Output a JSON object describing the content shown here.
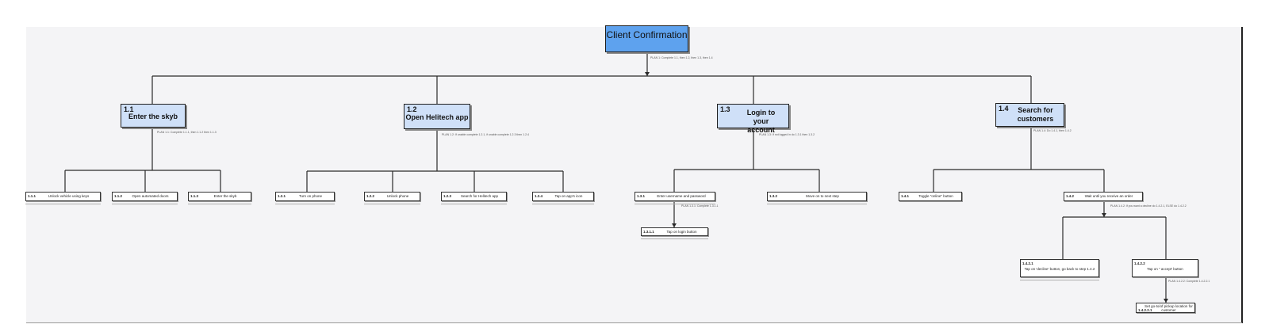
{
  "root": {
    "label": "Client Confirmation",
    "plan": "PLAN 1: Complete 1.1, then 1.2, then 1.3, then 1.4"
  },
  "tasks": [
    {
      "num": "1.1",
      "label": "Enter the skyb",
      "plan": "PLAN 1.1: Complete 1.1.1, then 1.1.2 then 1.1.3"
    },
    {
      "num": "1.2",
      "label": "Open Helitech app",
      "plan": "PLAN 1.2: If unable complete 1.2.1, if unable complete 1.2.3 then 1.2.4"
    },
    {
      "num": "1.3",
      "label": "Login to your account",
      "plan": "PLAN 1.3: If not logged in do 1.3.1 then 1.3.2"
    },
    {
      "num": "1.4",
      "label": "Search for customers",
      "plan": "PLAN 1.4: Do 1.4.1, then 1.4.2"
    }
  ],
  "subtasks": [
    {
      "num": "1.1.1",
      "label": "Unlock vehicle using keys"
    },
    {
      "num": "1.1.2",
      "label": "Open automated doors"
    },
    {
      "num": "1.1.3",
      "label": "Enter the skyb"
    },
    {
      "num": "1.2.1",
      "label": "Turn on phone"
    },
    {
      "num": "1.2.2",
      "label": "Unlock phone"
    },
    {
      "num": "1.2.3",
      "label": "Search for Helitech app"
    },
    {
      "num": "1.2.4",
      "label": "Tap on app's icon"
    },
    {
      "num": "1.3.1",
      "label": "Enter username and password",
      "plan": "PLAN 1.3.1: Complete 1.3.1.1"
    },
    {
      "num": "1.3.1.1",
      "label": "Tap on login button"
    },
    {
      "num": "1.3.2",
      "label": "Move on to next step"
    },
    {
      "num": "1.4.1",
      "label": "Toggle \"online\" button"
    },
    {
      "num": "1.4.2",
      "label": "Wait until you receive an order",
      "plan": "PLAN 1.4.2: If you want a decline do 1.4.2.1, ELSE do 1.4.2.2"
    },
    {
      "num": "1.4.2.1",
      "label": "Tap on 'decline' button, go back to step 1.4.2"
    },
    {
      "num": "1.4.2.2",
      "label": "Tap on \" accept' button",
      "plan": "PLAN 1.4.2.2: Complete 1.4.2.2.1"
    },
    {
      "num": "1.4.2.2.1",
      "label": "Set go-to/of pickup location for customer"
    }
  ]
}
